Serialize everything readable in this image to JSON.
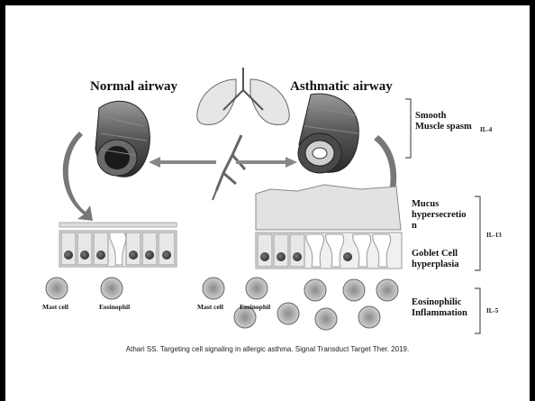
{
  "diagram": {
    "normal_title": "Normal airway",
    "asthmatic_title": "Asthmatic airway",
    "labels": {
      "smooth_muscle": "Smooth\nMuscle spasm",
      "mucus": "Mucus\nhypersecretio\nn",
      "goblet": "Goblet Cell\nhyperplasia",
      "eosinophilic": "Eosinophilic\nInflammation"
    },
    "interleukins": {
      "il4": "IL-4",
      "il13": "IL-13",
      "il5": "IL-5"
    },
    "cells": {
      "mast_left": "Mast cell",
      "eos_left": "Eosinophil",
      "mast_right": "Mast cell",
      "eos_right": "Eosinophil"
    }
  },
  "caption": "Athari SS. Targeting cell signaling in allergic asthma. Signal Transduct Target Ther. 2019."
}
